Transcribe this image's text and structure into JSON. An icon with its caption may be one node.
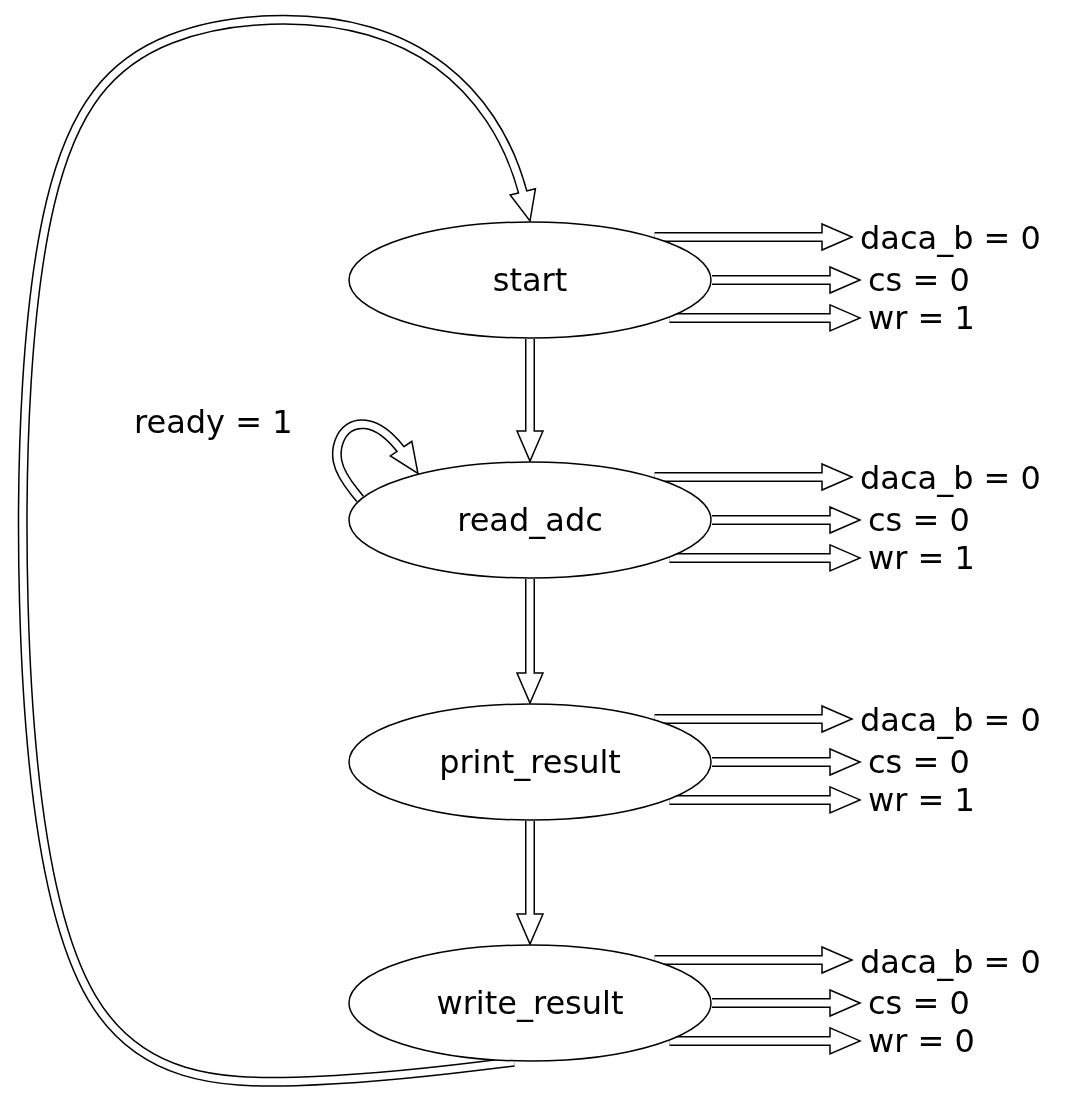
{
  "diagram": {
    "nodes": [
      {
        "text": [
          "start"
        ]
      },
      {
        "text": [
          "read_adc"
        ]
      },
      {
        "text": [
          "print_result"
        ]
      },
      {
        "text": [
          "write_result"
        ]
      },
      {
        "text": [
          "daca_b = 0"
        ]
      },
      {
        "text": [
          "cs = 0"
        ]
      },
      {
        "text": [
          "wr = 1"
        ]
      },
      {
        "text": [
          "daca_b = 0"
        ]
      },
      {
        "text": [
          "cs = 0"
        ]
      },
      {
        "text": [
          "wr = 1"
        ]
      },
      {
        "text": [
          "daca_b = 0"
        ]
      },
      {
        "text": [
          "cs = 0"
        ]
      },
      {
        "text": [
          "wr = 1"
        ]
      },
      {
        "text": [
          "daca_b = 0"
        ]
      },
      {
        "text": [
          "cs = 0"
        ]
      },
      {
        "text": [
          "wr = 0"
        ]
      }
    ],
    "edges": [
      {
        "from": 3,
        "to": 0,
        "arrow": "to"
      },
      {
        "from": 0,
        "to": 1,
        "arrow": "to"
      },
      {
        "from": 1,
        "to": 1,
        "arrow": "to",
        "label": "ready = 1"
      },
      {
        "from": 1,
        "to": 2,
        "arrow": "to"
      },
      {
        "from": 2,
        "to": 3,
        "arrow": "to"
      },
      {
        "from": 0,
        "to": 4,
        "arrow": "to"
      },
      {
        "from": 0,
        "to": 5,
        "arrow": "to"
      },
      {
        "from": 0,
        "to": 6,
        "arrow": "to"
      },
      {
        "from": 1,
        "to": 7,
        "arrow": "to"
      },
      {
        "from": 1,
        "to": 8,
        "arrow": "to"
      },
      {
        "from": 1,
        "to": 9,
        "arrow": "to"
      },
      {
        "from": 2,
        "to": 10,
        "arrow": "to"
      },
      {
        "from": 2,
        "to": 11,
        "arrow": "to"
      },
      {
        "from": 2,
        "to": 12,
        "arrow": "to"
      },
      {
        "from": 3,
        "to": 13,
        "arrow": "to"
      },
      {
        "from": 3,
        "to": 14,
        "arrow": "to"
      },
      {
        "from": 3,
        "to": 15,
        "arrow": "to"
      }
    ]
  }
}
